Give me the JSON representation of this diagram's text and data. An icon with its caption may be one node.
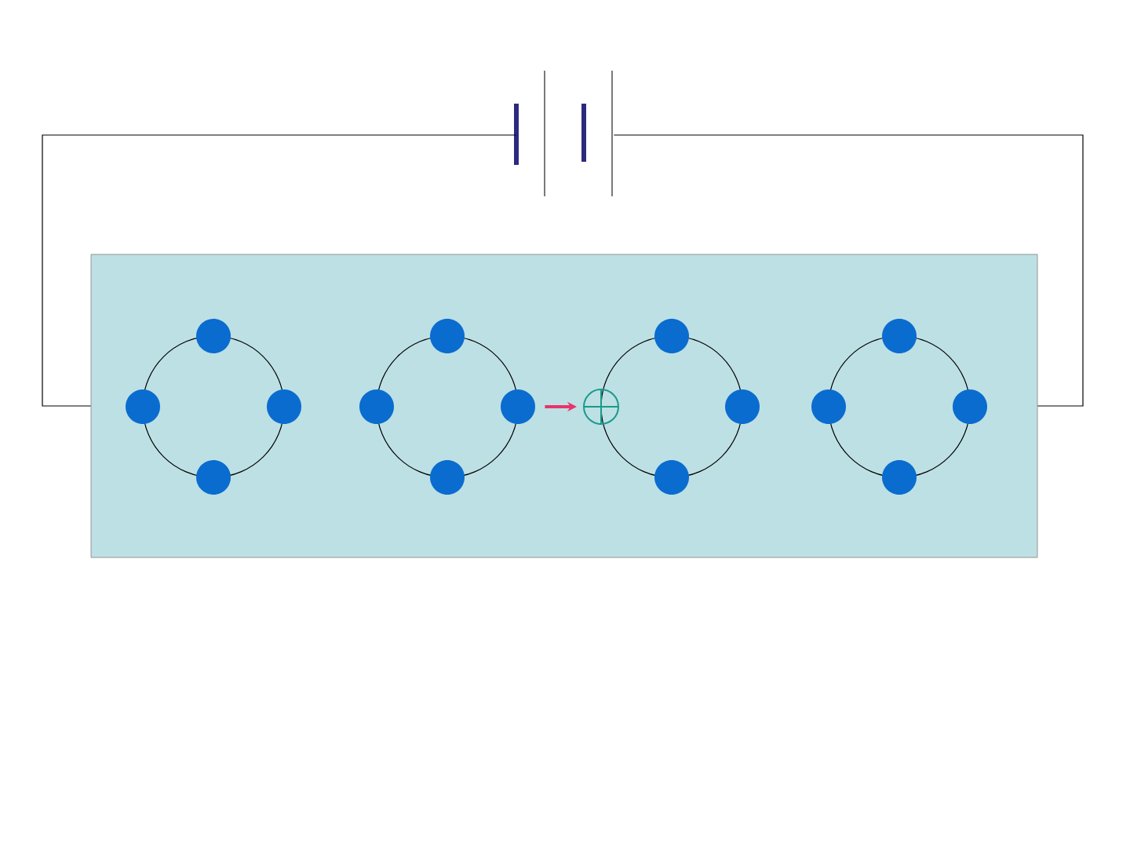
{
  "diagram": {
    "nodes": [
      {
        "text": [],
        "shape": "battery"
      },
      {
        "text": [],
        "shape": "box"
      },
      {
        "text": [],
        "shape": "circle",
        "in": 1
      },
      {
        "text": [],
        "shape": "hole",
        "in": 1
      }
    ],
    "edges": [
      {
        "from": 0,
        "to": 1,
        "arrow": "none"
      },
      {
        "from": 0,
        "to": 1,
        "arrow": "none"
      },
      {
        "from": 2,
        "to": 3,
        "arrow": "to",
        "color": "#e8336b"
      }
    ]
  }
}
